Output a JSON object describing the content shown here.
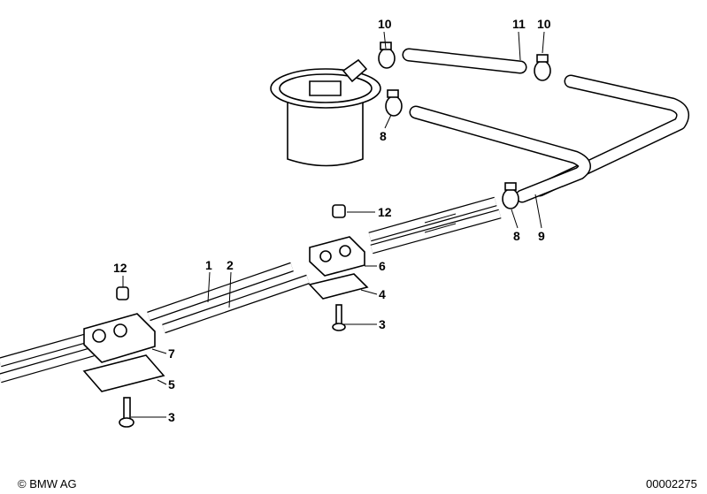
{
  "diagram": {
    "callouts": [
      {
        "id": "c10a",
        "text": "10"
      },
      {
        "id": "c11",
        "text": "11"
      },
      {
        "id": "c10b",
        "text": "10"
      },
      {
        "id": "c8a",
        "text": "8"
      },
      {
        "id": "c12a",
        "text": "12"
      },
      {
        "id": "c8b",
        "text": "8"
      },
      {
        "id": "c9",
        "text": "9"
      },
      {
        "id": "c1",
        "text": "1"
      },
      {
        "id": "c2",
        "text": "2"
      },
      {
        "id": "c6",
        "text": "6"
      },
      {
        "id": "c12b",
        "text": "12"
      },
      {
        "id": "c4",
        "text": "4"
      },
      {
        "id": "c3a",
        "text": "3"
      },
      {
        "id": "c7",
        "text": "7"
      },
      {
        "id": "c5",
        "text": "5"
      },
      {
        "id": "c3b",
        "text": "3"
      }
    ]
  },
  "footer": {
    "copyright": "© BMW AG",
    "diagram_number": "00002275"
  }
}
